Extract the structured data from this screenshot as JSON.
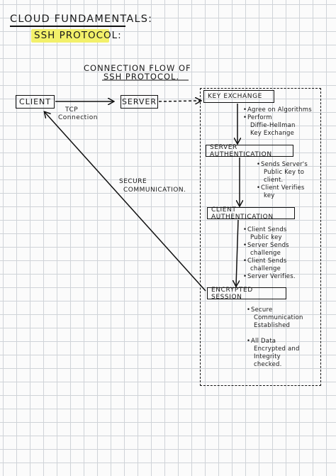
{
  "title": {
    "line1": "CLOUD FUNDAMENTALS:",
    "line2": "SSH PROTOCOL:"
  },
  "flow_title": {
    "line1": "CONNECTION FLOW OF",
    "line2": "SSH PROTOCOL."
  },
  "nodes": {
    "client": "CLIENT",
    "server": "SERVER"
  },
  "labels": {
    "tcp_line1": "TCP",
    "tcp_line2": "Connection",
    "secure_line1": "SECURE",
    "secure_line2": "COMMUNICATION."
  },
  "steps": [
    {
      "title": "KEY EXCHANGE",
      "bullets": [
        {
          "text": "Agree on Algorithms",
          "cont": false
        },
        {
          "text": "Perform",
          "cont": false
        },
        {
          "text": "Diffie-Hellman",
          "cont": true
        },
        {
          "text": "Key Exchange",
          "cont": true
        }
      ]
    },
    {
      "title": "SERVER AUTHENTICATION",
      "bullets": [
        {
          "text": "Sends Server's",
          "cont": false
        },
        {
          "text": "Public Key to",
          "cont": true
        },
        {
          "text": "client.",
          "cont": true
        },
        {
          "text": "Client Verifies",
          "cont": false
        },
        {
          "text": "key",
          "cont": true
        }
      ]
    },
    {
      "title": "CLIENT AUTHENTICATION",
      "bullets": [
        {
          "text": "Client Sends",
          "cont": false
        },
        {
          "text": "Public key",
          "cont": true
        },
        {
          "text": "Server Sends",
          "cont": false
        },
        {
          "text": "challenge",
          "cont": true
        },
        {
          "text": "Client Sends",
          "cont": false
        },
        {
          "text": "challenge",
          "cont": true
        },
        {
          "text": "Server Verifies.",
          "cont": false
        }
      ]
    },
    {
      "title": "ENCRYPTED SESSION",
      "bullets": [
        {
          "text": "Secure",
          "cont": false
        },
        {
          "text": "Communication",
          "cont": true
        },
        {
          "text": "Established",
          "cont": true
        },
        {
          "text": "",
          "cont": true
        },
        {
          "text": "All Data",
          "cont": false
        },
        {
          "text": "Encrypted and",
          "cont": true
        },
        {
          "text": "Integrity",
          "cont": true
        },
        {
          "text": "checked.",
          "cont": true
        }
      ]
    }
  ],
  "colors": {
    "ink": "#111111",
    "highlight": "#f2f06a",
    "grid": "#cfd3d8"
  }
}
